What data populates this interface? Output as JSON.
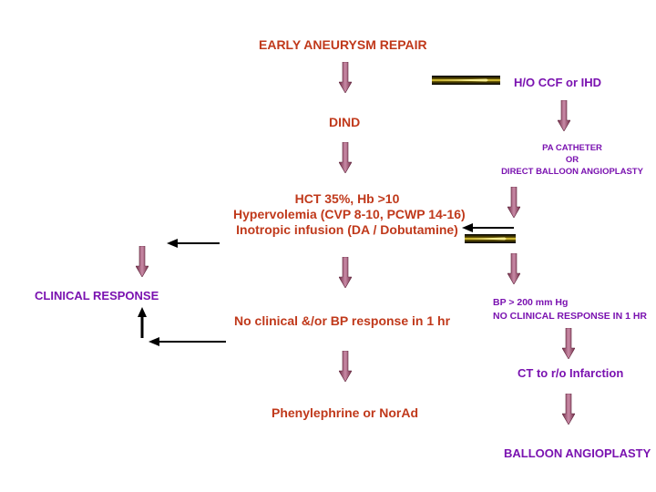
{
  "left_column": {
    "early_repair": "EARLY ANEURYSM REPAIR",
    "dind": "DIND",
    "therapy": [
      "HCT 35%, Hb >10",
      "Hypervolemia (CVP 8-10, PCWP 14-16)",
      "Inotropic infusion (DA / Dobutamine)"
    ],
    "no_response": "No clinical &/or  BP response in 1 hr",
    "pressors": "Phenylephrine or NorAd",
    "clinical_response": "CLINICAL RESPONSE"
  },
  "right_column": {
    "history": "H/O CCF or IHD",
    "pa_catheter": [
      "PA CATHETER",
      "OR",
      "DIRECT BALLOON ANGIOPLASTY"
    ],
    "bp_criteria": [
      "BP > 200 mm Hg",
      "NO CLINICAL  RESPONSE IN 1 HR"
    ],
    "ct": "CT to r/o Infarction",
    "angioplasty": "BALLOON ANGIOPLASTY"
  },
  "colors": {
    "left_text": "#c0391b",
    "right_text": "#7a12b0",
    "arrow_fill": "#8a3a5a"
  }
}
